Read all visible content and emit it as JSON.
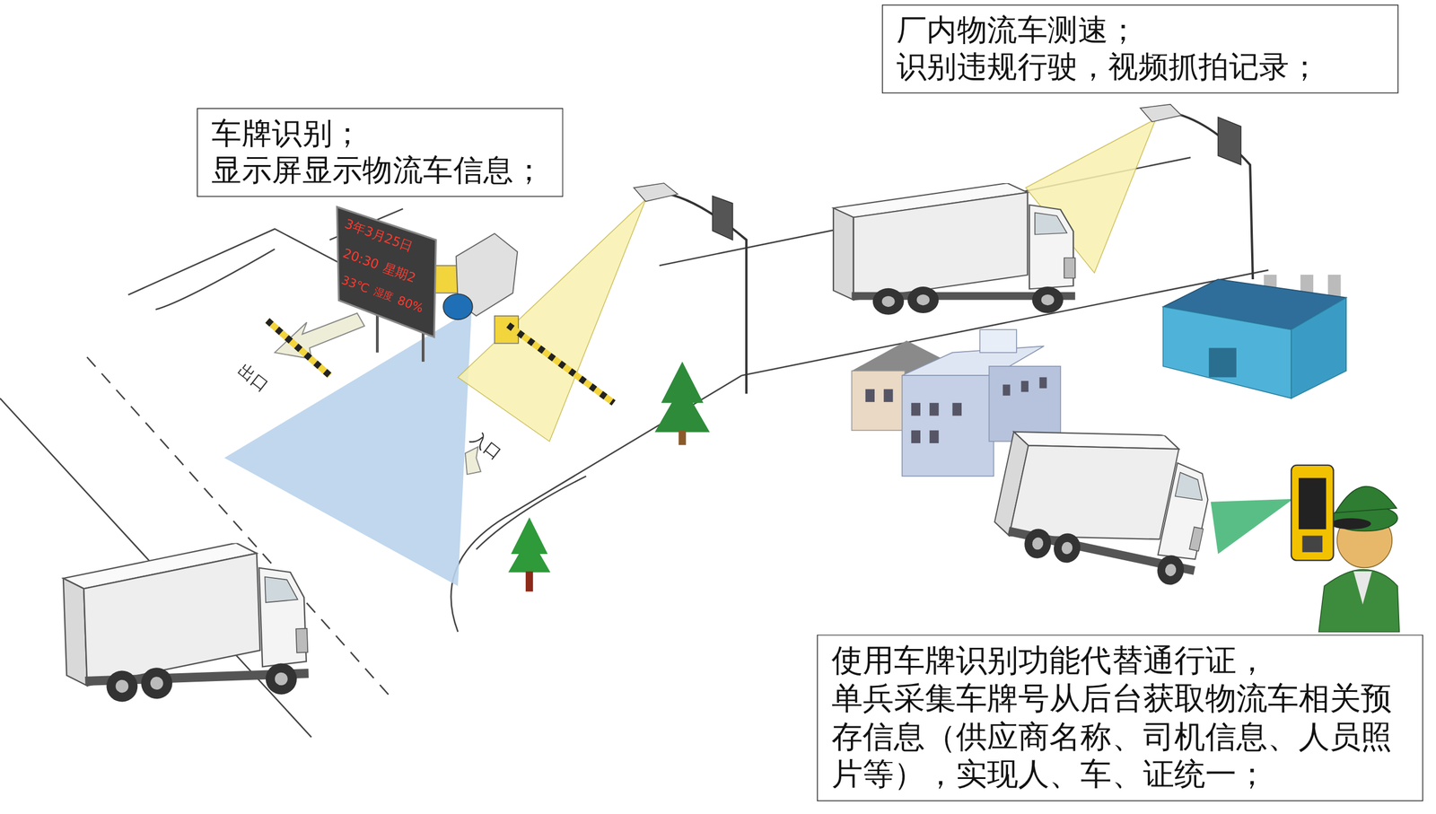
{
  "diagram": {
    "nodes": [
      {
        "text": [
          "厂内物流车测速；",
          "识别违规行驶，视频抓拍记录；"
        ]
      },
      {
        "text": [
          "车牌识别；",
          "显示屏显示物流车信息；"
        ]
      },
      {
        "text": [
          "使用车牌识别功能代替通行证，",
          "单兵采集车牌号从后台获取物流车相关预存信息（供应商名称、司机信息、人员照片等），实现人、车、证统一；"
        ]
      }
    ],
    "labels": [
      "3年3月25日",
      "20:30",
      "星期2",
      "33℃",
      "湿度",
      "80%",
      "出口",
      "入口"
    ]
  }
}
